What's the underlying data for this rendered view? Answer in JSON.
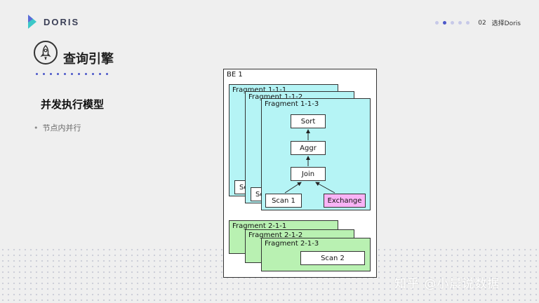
{
  "header": {
    "brand": "DORIS",
    "page_number": "02",
    "page_subtitle": "选择Doris",
    "nav_dots": [
      false,
      true,
      false,
      false,
      false
    ]
  },
  "section": {
    "title": "查询引擎",
    "sub_heading": "并发执行模型",
    "bullet": "节点内并行"
  },
  "diagram": {
    "be_label": "BE 1",
    "cyan_fragments": [
      "Fragment 1-1-1",
      "Fragment 1-1-2",
      "Fragment 1-1-3"
    ],
    "cyan_hidden_scan_labels": [
      "Sc",
      "Sc"
    ],
    "green_fragments": [
      "Fragment 2-1-1",
      "Fragment 2-1-2",
      "Fragment 2-1-3"
    ],
    "nodes": {
      "sort": "Sort",
      "aggr": "Aggr",
      "join": "Join",
      "scan1": "Scan 1",
      "exchange": "Exchange",
      "scan2": "Scan 2"
    },
    "colors": {
      "cyan": "#b5f4f5",
      "green": "#b9f1b2",
      "exchange": "#f9b3f6"
    }
  },
  "watermark": "知乎 @小晨说数据"
}
